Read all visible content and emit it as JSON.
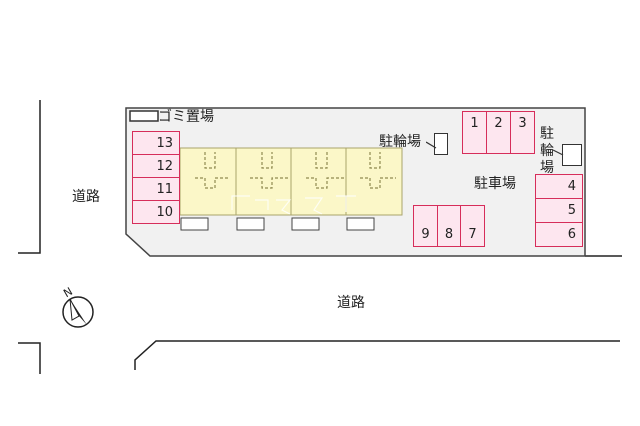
{
  "map": {
    "roads": {
      "left": "道路",
      "bottom": "道路"
    },
    "garbage_area": "ゴミ置場",
    "bicycle_parking": "駐輪場",
    "parking_lot": "駐車場",
    "parking_stalls": {
      "left_column": [
        "13",
        "12",
        "11",
        "10"
      ],
      "top_row": [
        "1",
        "2",
        "3"
      ],
      "middle_row": [
        "9",
        "8",
        "7"
      ],
      "right_column": [
        "4",
        "5",
        "6"
      ]
    },
    "compass": {
      "north": "N"
    },
    "colors": {
      "stall_fill": "#fde6ef",
      "stall_border": "#d62d5a",
      "building_fill": "#fbf7c8",
      "building_border": "#a9a46a",
      "lot_fill": "#f1f1f1"
    }
  }
}
